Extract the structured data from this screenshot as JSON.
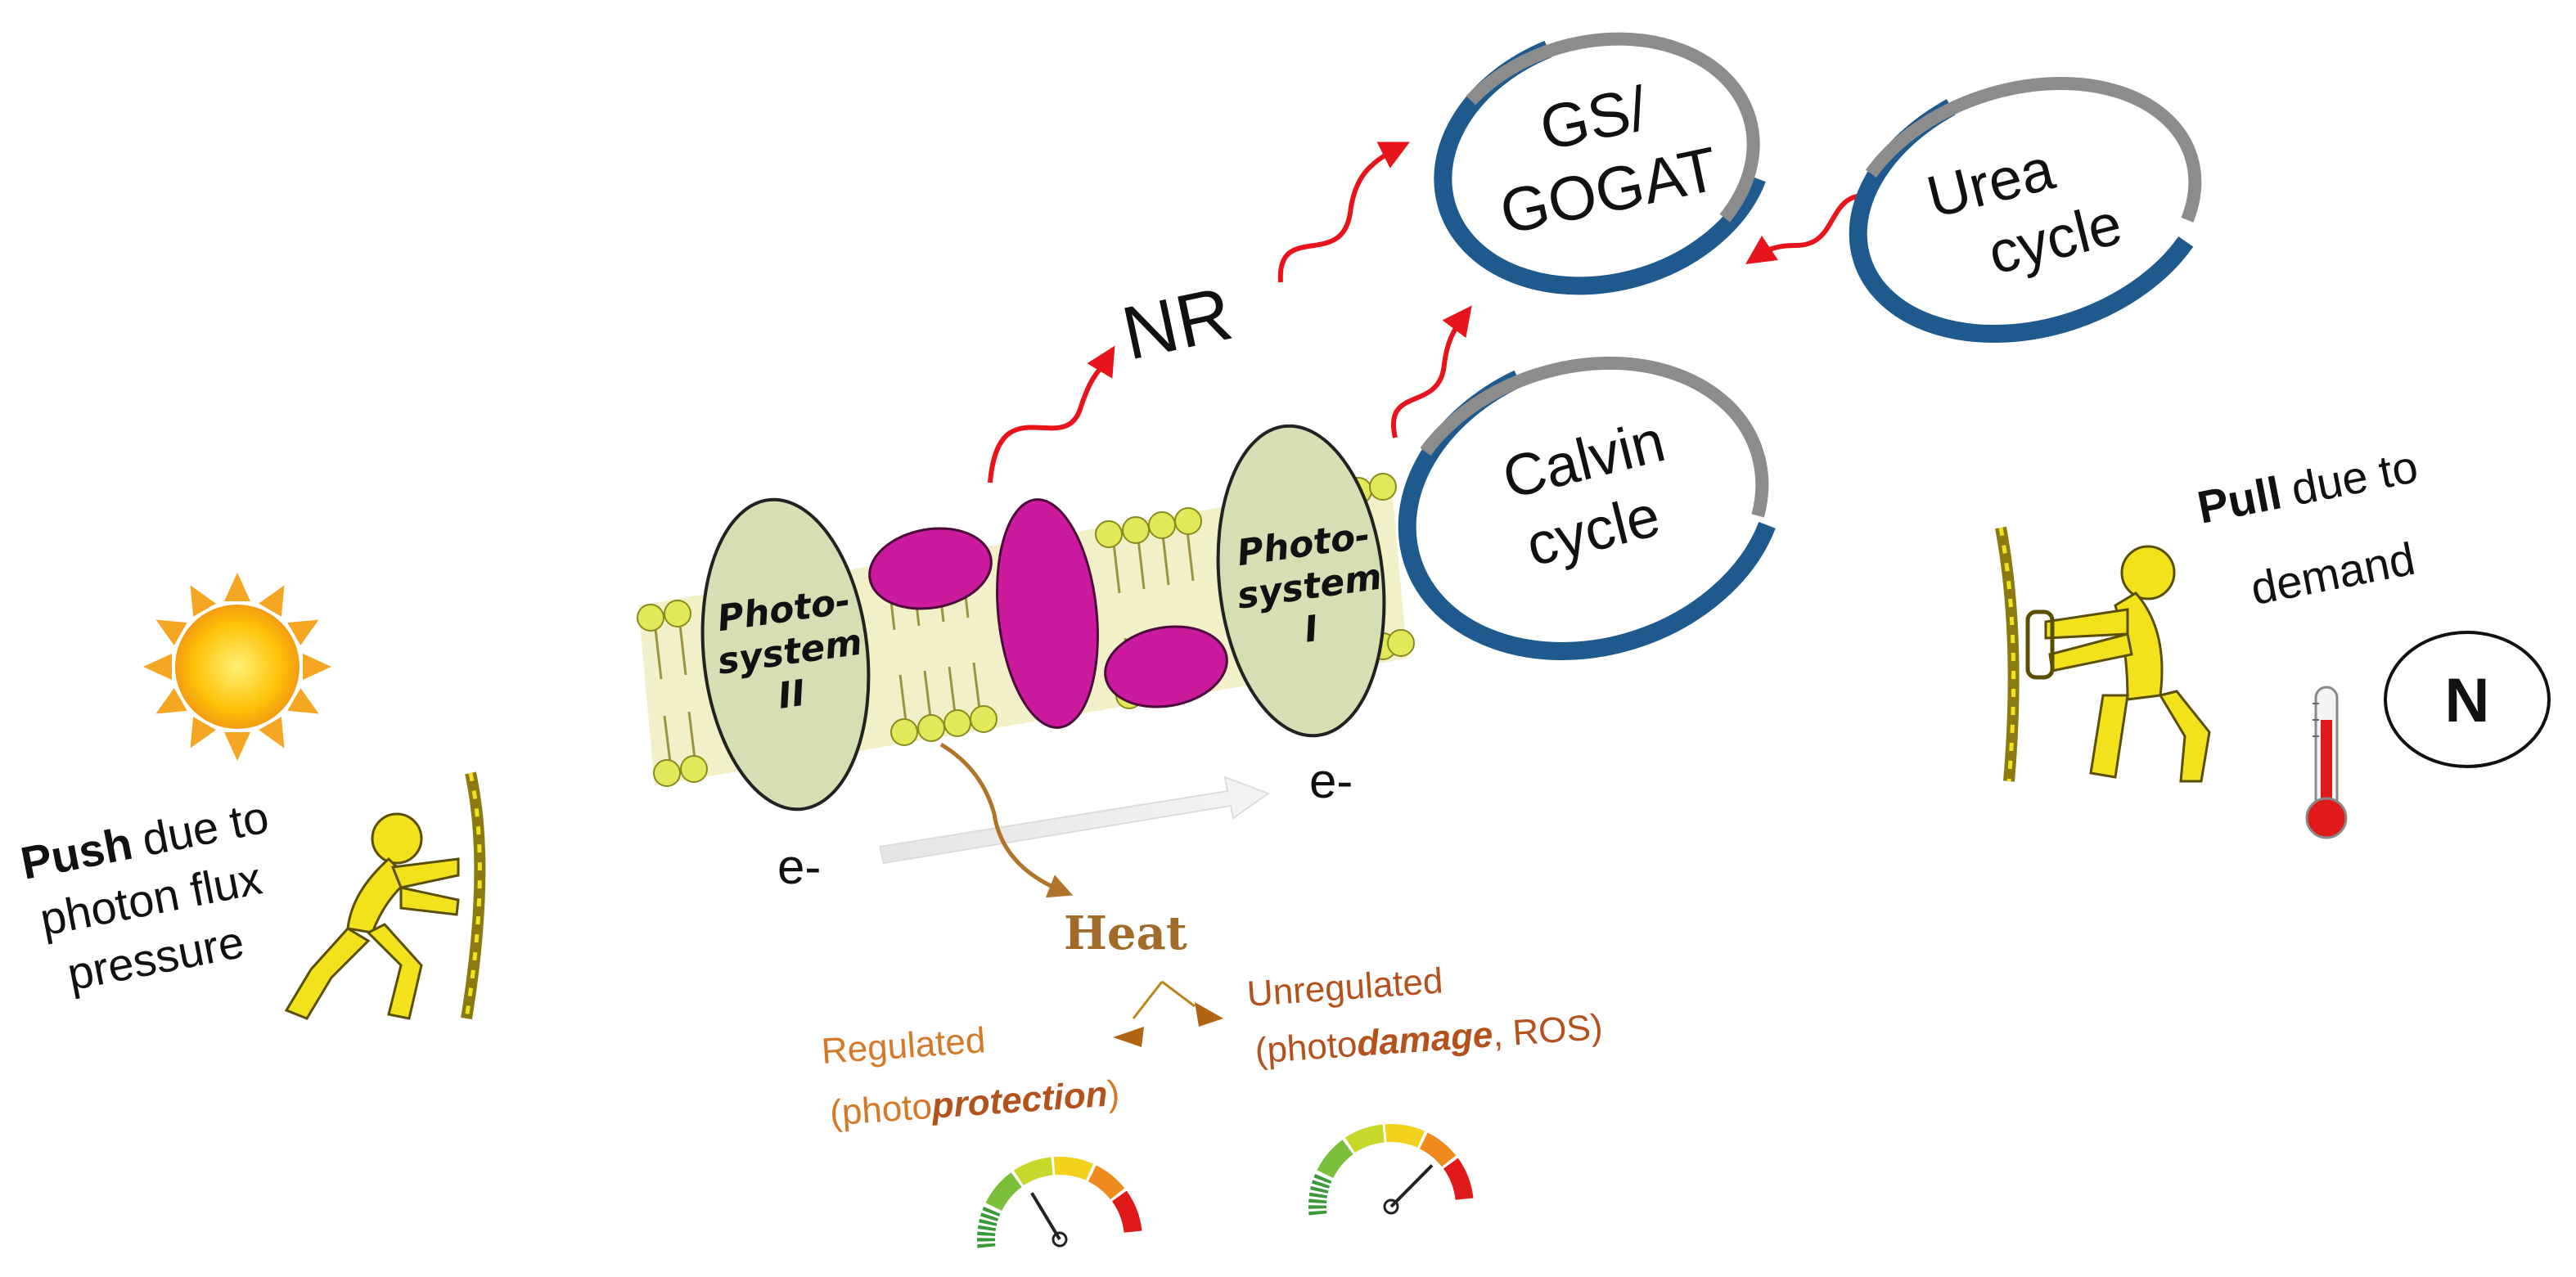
{
  "labels": {
    "push_bold": "Push",
    "push_rest": "due to",
    "push_line2": "photon flux",
    "push_line3": "pressure",
    "pull_bold": "Pull",
    "pull_rest": "due to",
    "pull_line2": "demand",
    "ps2_line1": "Photo-",
    "ps2_line2": "system",
    "ps2_line3": "II",
    "ps1_line1": "Photo-",
    "ps1_line2": "system",
    "ps1_line3": "I",
    "nr": "NR",
    "gs_line1": "GS/",
    "gs_line2": "GOGAT",
    "urea_line1": "Urea",
    "urea_line2": "cycle",
    "calvin_line1": "Calvin",
    "calvin_line2": "cycle",
    "electron_left": "e-",
    "electron_right": "e-",
    "heat": "Heat",
    "regulated": "Regulated",
    "regulated_sub_prefix": "(photo",
    "regulated_sub_bold": "protection",
    "regulated_sub_suffix": ")",
    "unregulated": "Unregulated",
    "unregulated_sub_prefix": "(photo",
    "unregulated_sub_bold": "damage",
    "unregulated_sub_suffix": ", ROS)",
    "nutrient": "N"
  },
  "colors": {
    "arrow_red": "#e8141c",
    "ps_green": "#d6dfb4",
    "complex_magenta": "#cc1a9e",
    "membrane_yellow": "#e2e85a",
    "ring_blue": "#1f5a8e",
    "ring_gray": "#8c8c8c",
    "heat_brown": "#b0742a",
    "text_orange": "#d4792a",
    "figure_yellow": "#f2e21c",
    "sun_orange": "#f5a623"
  },
  "icons": [
    "sun-icon",
    "pushing-person-icon",
    "pulling-person-icon",
    "thermometer-icon",
    "gauge-icon"
  ]
}
